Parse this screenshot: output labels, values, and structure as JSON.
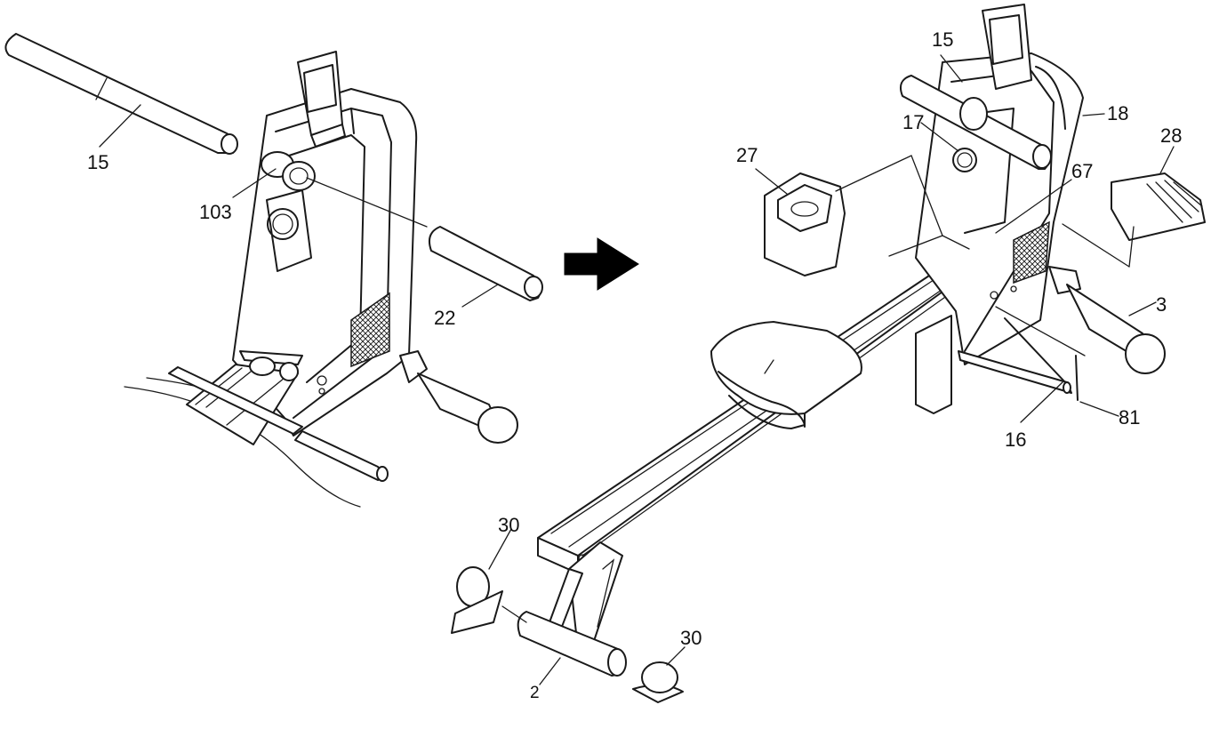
{
  "diagram": {
    "left_labels": {
      "handle_bar": "15",
      "handle_mount": "103",
      "foot_bar": "22"
    },
    "right_labels": {
      "handle_bar": "15",
      "knob": "17",
      "frame": "18",
      "cover_left": "27",
      "cover_right": "28",
      "pin": "67",
      "foot_bar": "3",
      "rod": "16",
      "bolt": "81",
      "end_cap_left": "30",
      "end_cap_right": "30",
      "rear_bar": "2"
    },
    "colors": {
      "line": "#1a1a1a",
      "background": "#ffffff",
      "arrow": "#000000"
    }
  }
}
